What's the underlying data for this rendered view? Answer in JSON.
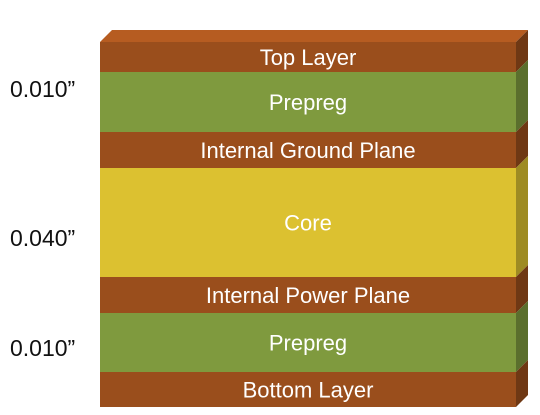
{
  "colors": {
    "copper": "#9a4e1c",
    "prepreg": "#7f9a3e",
    "core": "#dcc130"
  },
  "layers": [
    {
      "label": "Top Layer",
      "material": "copper"
    },
    {
      "label": "Prepreg",
      "material": "prepreg"
    },
    {
      "label": "Internal Ground Plane",
      "material": "copper"
    },
    {
      "label": "Core",
      "material": "core"
    },
    {
      "label": "Internal Power Plane",
      "material": "copper"
    },
    {
      "label": "Prepreg",
      "material": "prepreg"
    },
    {
      "label": "Bottom Layer",
      "material": "copper"
    }
  ],
  "thickness_labels": {
    "prepreg_top": "0.010”",
    "core": "0.040”",
    "prepreg_bottom": "0.010”"
  }
}
